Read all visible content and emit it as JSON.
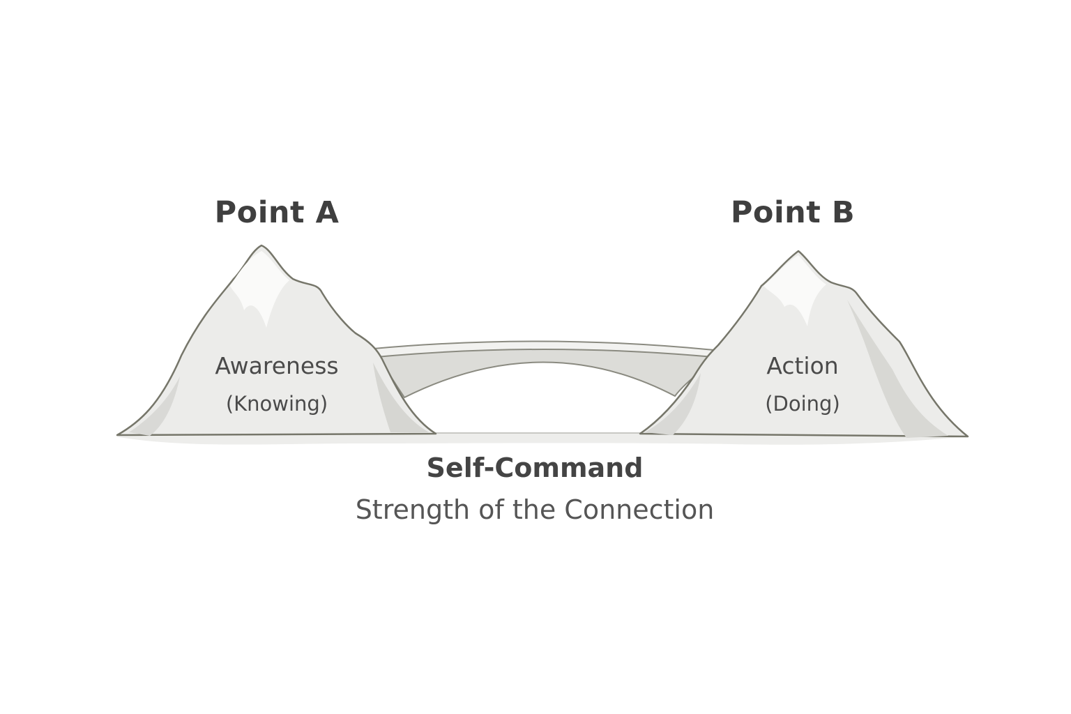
{
  "peak_a": {
    "title": "Point A",
    "label": "Awareness",
    "sublabel": "(Knowing)"
  },
  "peak_b": {
    "title": "Point B",
    "label": "Action",
    "sublabel": "(Doing)"
  },
  "bridge": {
    "title": "Self-Command",
    "subtitle": "Strength of the Connection"
  },
  "colors": {
    "mountain_fill": "#ececea",
    "mountain_shadow": "#d9d9d6",
    "mountain_outline": "#76766a",
    "bridge_fill": "#dcdcd8",
    "text": "#3f3f3f"
  }
}
